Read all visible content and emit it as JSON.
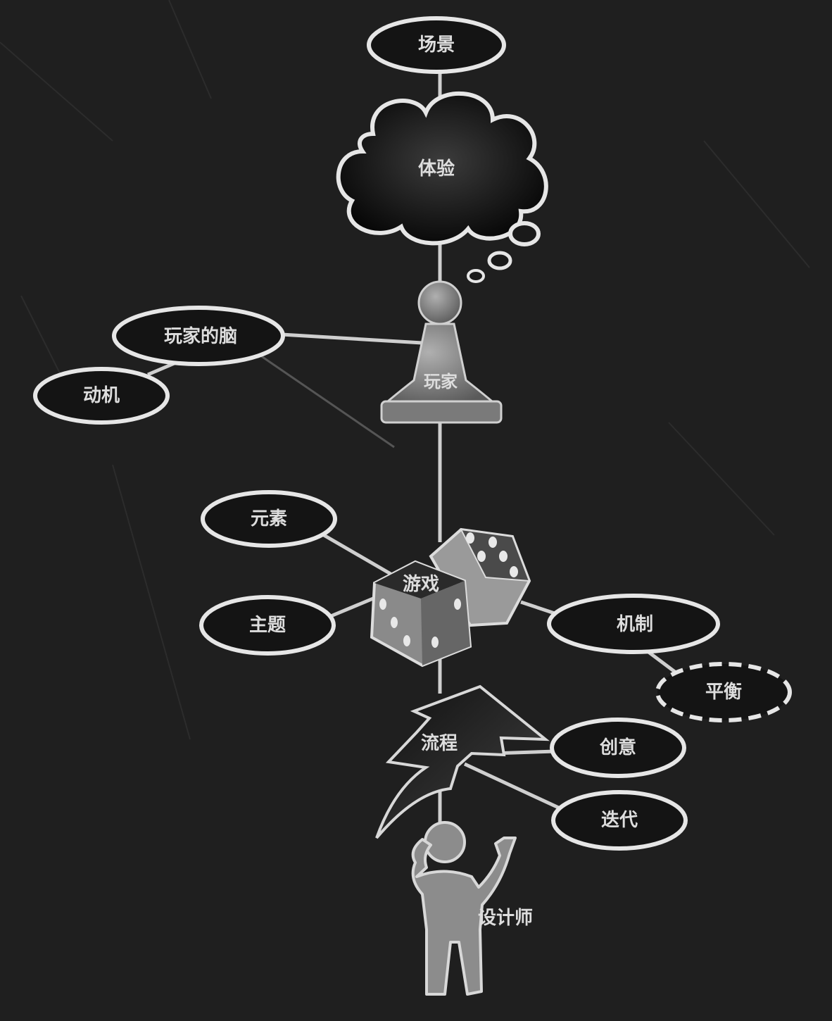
{
  "colors": {
    "background": "#1f1f1f",
    "line": "#cfcfcf",
    "node_fill": "#141414",
    "node_stroke": "#e6e6e6",
    "label": "#dddddd"
  },
  "nodes": {
    "scene": "场景",
    "experience": "体验",
    "player": "玩家",
    "player_mind": "玩家的脑",
    "motivation": "动机",
    "elements": "元素",
    "game": "游戏",
    "theme": "主题",
    "mechanics": "机制",
    "balance": "平衡",
    "process": "流程",
    "creativity": "创意",
    "iteration": "迭代",
    "designer": "设计师"
  },
  "icons": [
    "cloud-icon",
    "pawn-icon",
    "dice-icon",
    "lightning-icon",
    "person-icon"
  ]
}
